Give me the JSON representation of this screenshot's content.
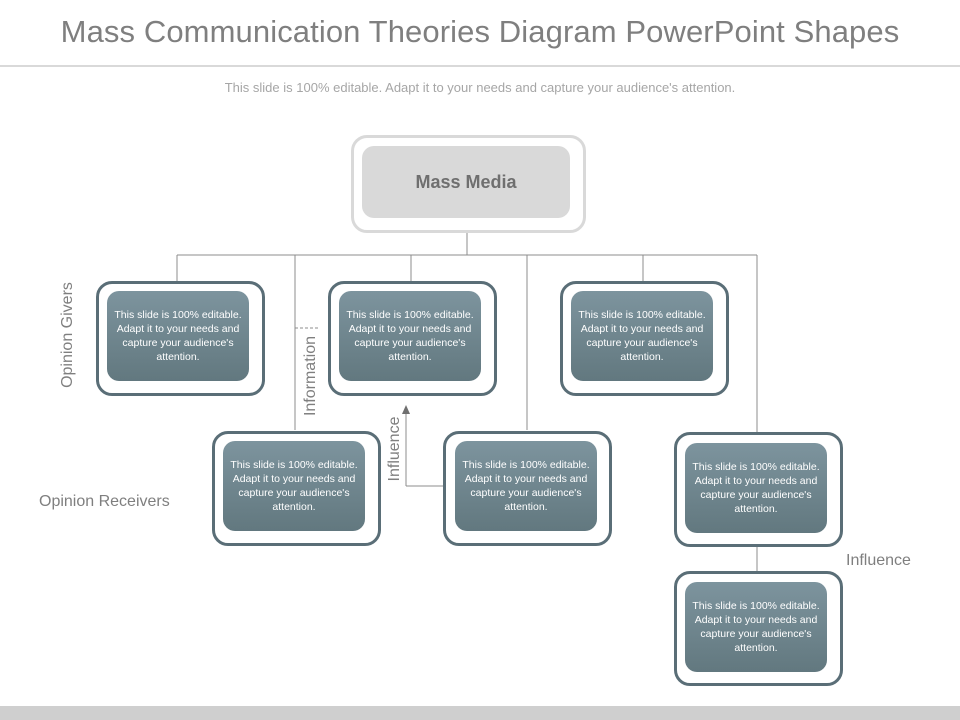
{
  "title": "Mass Communication Theories Diagram PowerPoint Shapes",
  "subtitle": "This slide is 100% editable. Adapt it to your needs and capture your audience's attention.",
  "mass_media": {
    "label": "Mass Media"
  },
  "labels": {
    "opinion_givers": "Opinion Givers",
    "opinion_receivers": "Opinion Receivers",
    "information": "Information",
    "influence_vertical": "Influence",
    "influence_right": "Influence"
  },
  "boxes": {
    "giver_1": "This slide is 100% editable. Adapt it to your needs and capture your audience's attention.",
    "giver_2": "This slide is 100% editable. Adapt it to your needs and capture your audience's attention.",
    "giver_3": "This slide is 100% editable. Adapt it to your needs and capture your audience's attention.",
    "receiver_1": "This slide is 100% editable. Adapt it to your needs and capture your audience's attention.",
    "receiver_2": "This slide is 100% editable. Adapt it to your needs and capture your audience's attention.",
    "receiver_3": "This slide is 100% editable. Adapt it to your needs and capture your audience's attention.",
    "receiver_4": "This slide is 100% editable. Adapt it to your needs and capture your audience's attention."
  },
  "colors": {
    "frame": "#5a6e77",
    "box_fill": "#6f858d",
    "media_fill": "#d9d9d9",
    "line": "#8c8c8c"
  }
}
